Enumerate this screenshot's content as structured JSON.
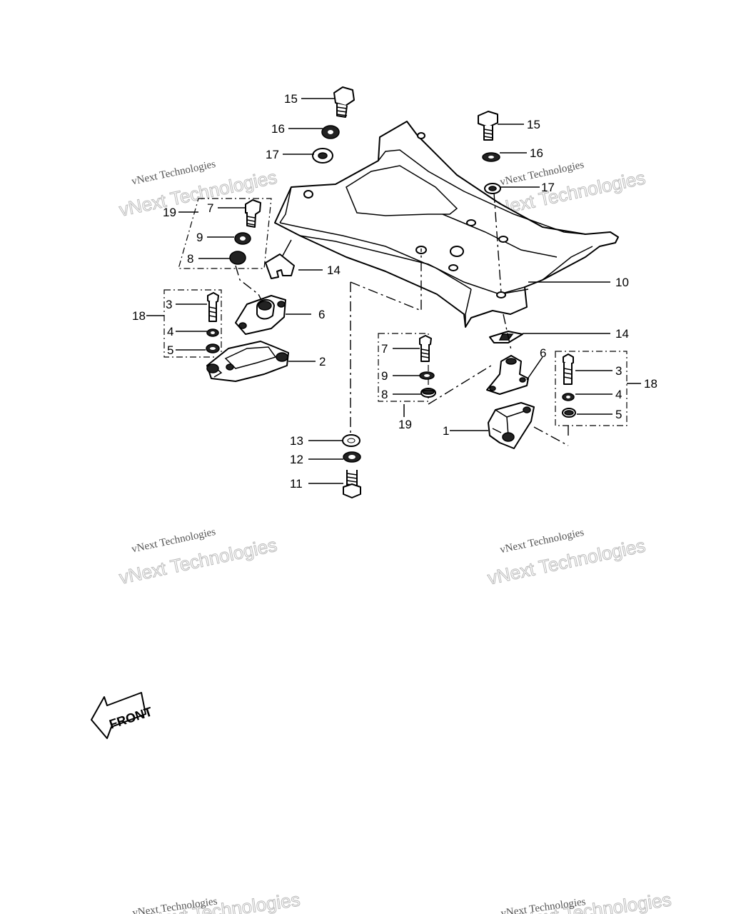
{
  "callouts": {
    "c1": "1",
    "c2": "2",
    "c3a": "3",
    "c3b": "3",
    "c4a": "4",
    "c4b": "4",
    "c5a": "5",
    "c5b": "5",
    "c6a": "6",
    "c6b": "6",
    "c7a": "7",
    "c7b": "7",
    "c8a": "8",
    "c8b": "8",
    "c9a": "9",
    "c9b": "9",
    "c10": "10",
    "c11": "11",
    "c12": "12",
    "c13": "13",
    "c14a": "14",
    "c14b": "14",
    "c15a": "15",
    "c15b": "15",
    "c16a": "16",
    "c16b": "16",
    "c17a": "17",
    "c17b": "17",
    "c18a": "18",
    "c18b": "18",
    "c19a": "19",
    "c19b": "19"
  },
  "watermark": {
    "line1": "vNext Technologies",
    "line2": "vNext Technologies"
  },
  "front_arrow": {
    "label": "FRONT"
  }
}
